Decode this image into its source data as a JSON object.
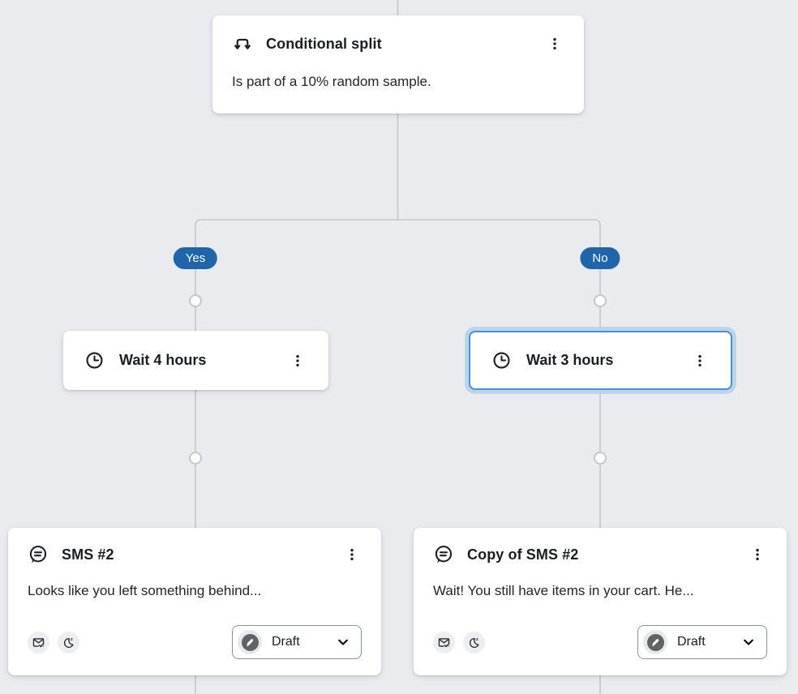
{
  "flow": {
    "split": {
      "title": "Conditional split",
      "description": "Is part of a 10% random sample."
    },
    "branch_yes": "Yes",
    "branch_no": "No",
    "wait_yes": {
      "title": "Wait 4 hours"
    },
    "wait_no": {
      "title": "Wait 3 hours"
    },
    "sms_yes": {
      "title": "SMS #2",
      "preview": "Looks like you left something behind...",
      "status": "Draft"
    },
    "sms_no": {
      "title": "Copy of SMS #2",
      "preview": "Wait! You still have items in your cart. He...",
      "status": "Draft"
    }
  },
  "state": {
    "selected_node": "wait_no"
  },
  "icons": {
    "split": "split-arrows-icon",
    "wait": "clock-icon",
    "sms": "sms-bubble-icon",
    "menu": "kebab-menu-icon",
    "tracking": "envelope-check-icon",
    "quiet_hours": "moon-zzz-icon",
    "status": "pencil-icon",
    "expand": "chevron-down-icon"
  },
  "colors": {
    "background": "#e9ebee",
    "connector": "#c3c7cc",
    "card": "#ffffff",
    "branch_badge": "#2065a9",
    "selected_outline": "#4a8fd0",
    "selected_halo": "#bdd5eb",
    "status_badge": "#5e6367"
  }
}
